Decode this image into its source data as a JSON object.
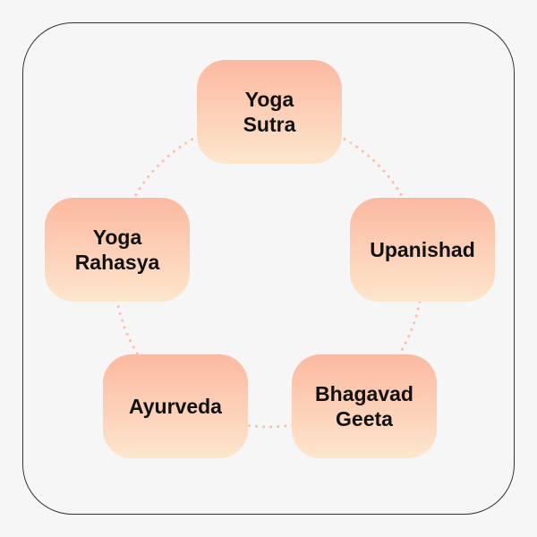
{
  "diagram": {
    "type": "cycle",
    "accent_color": "#fbb9a0",
    "nodes": [
      {
        "label": "Yoga\nSutra"
      },
      {
        "label": "Upanishad"
      },
      {
        "label": "Bhagavad\nGeeta"
      },
      {
        "label": "Ayurveda"
      },
      {
        "label": "Yoga\nRahasya"
      }
    ]
  }
}
